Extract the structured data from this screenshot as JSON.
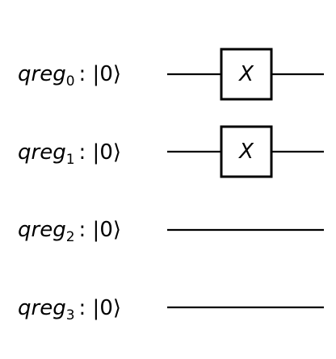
{
  "circuit": {
    "qubits": [
      {
        "name": "qreg",
        "index": "0",
        "state": ": |0⟩"
      },
      {
        "name": "qreg",
        "index": "1",
        "state": ": |0⟩"
      },
      {
        "name": "qreg",
        "index": "2",
        "state": ": |0⟩"
      },
      {
        "name": "qreg",
        "index": "3",
        "state": ": |0⟩"
      }
    ],
    "gates": [
      {
        "label": "X",
        "qubit": 0,
        "column": 0
      },
      {
        "label": "X",
        "qubit": 1,
        "column": 0
      }
    ]
  },
  "colors": {
    "line": "#000000",
    "background": "#ffffff"
  }
}
